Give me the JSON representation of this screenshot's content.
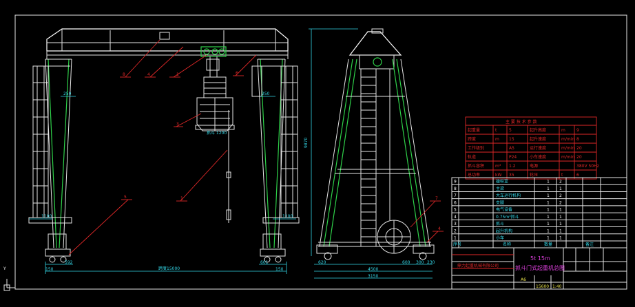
{
  "front_view": {
    "callouts": [
      "8",
      "4",
      "1",
      "6",
      "3",
      "1",
      "5"
    ],
    "dimensions": {
      "span": "跨度15000",
      "top_left": "250",
      "top_right": "250",
      "left_side": "1100",
      "right_side": "1100",
      "bottom_left_a": "592",
      "bottom_left_b": "150",
      "bottom_right_a": "601",
      "bottom_right_b": "150",
      "grab_label": "抓斗 1200"
    }
  },
  "side_view": {
    "callouts": [
      "7",
      "4"
    ],
    "dimensions": {
      "height": "9870",
      "base_total": "4500",
      "base_overall": "3150",
      "left_bottom": "620",
      "right_bottom_a": "600",
      "right_bottom_b": "300",
      "right_bottom_c": "230"
    }
  },
  "params_table": {
    "title": "主 要 技 术 参 数",
    "rows": [
      [
        "起重量",
        "t",
        "5",
        "起升高度",
        "m",
        "9"
      ],
      [
        "跨度",
        "m",
        "15",
        "起升速度",
        "m/min",
        "8"
      ],
      [
        "工作级别",
        "",
        "A5",
        "运行速度",
        "m/min",
        "20"
      ],
      [
        "轨道",
        "",
        "P24",
        "小车速度",
        "m/min",
        "20"
      ],
      [
        "抓斗容积",
        "m³",
        "1.2",
        "电源",
        "",
        "380V 50Hz"
      ],
      [
        "总功率",
        "kW",
        "35",
        "轮压",
        "t",
        "6"
      ]
    ]
  },
  "parts_list": {
    "rows": [
      [
        "9",
        "操纵室",
        "1",
        "2"
      ],
      [
        "8",
        "主梁",
        "1",
        "1"
      ],
      [
        "7",
        "大车运行机构",
        "1",
        "2"
      ],
      [
        "6",
        "支腿",
        "1",
        "2"
      ],
      [
        "5",
        "电气设备",
        "1",
        "1"
      ],
      [
        "4",
        "0.75m³抓斗",
        "1",
        "1"
      ],
      [
        "3",
        "抓斗",
        "1",
        "1"
      ],
      [
        "2",
        "起升机构",
        "1",
        "1"
      ],
      [
        "1",
        "小车",
        "1",
        "1"
      ]
    ],
    "header": [
      "序号",
      "名称",
      "数量",
      "备注"
    ]
  },
  "title_block": {
    "spec_line1": "5t  15m",
    "spec_line2": "抓斗门式起重机总图",
    "sheet_size": "A6",
    "drawing_no": "15600",
    "scale": "1:40",
    "company": "鼎力起重机械有限公司"
  }
}
